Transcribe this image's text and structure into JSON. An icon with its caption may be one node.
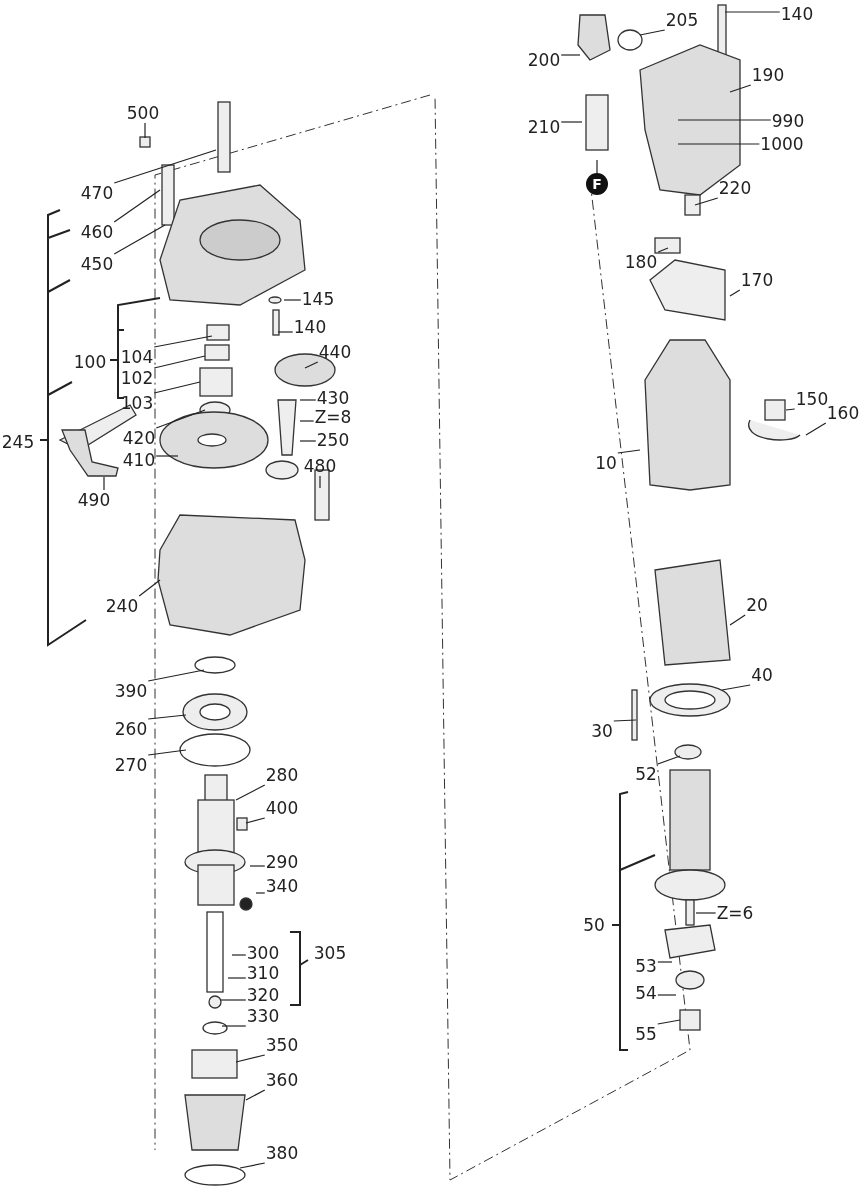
{
  "diagram": {
    "nodes": [
      {
        "text": [
          "500"
        ]
      },
      {
        "text": [
          "470"
        ]
      },
      {
        "text": [
          "460"
        ]
      },
      {
        "text": [
          "450"
        ]
      },
      {
        "text": [
          "145"
        ]
      },
      {
        "text": [
          "140"
        ]
      },
      {
        "text": [
          "440"
        ]
      },
      {
        "text": [
          "104"
        ]
      },
      {
        "text": [
          "102"
        ]
      },
      {
        "text": [
          "103"
        ]
      },
      {
        "text": [
          "430"
        ]
      },
      {
        "text": [
          "Z=8"
        ]
      },
      {
        "text": [
          "420"
        ]
      },
      {
        "text": [
          "250"
        ]
      },
      {
        "text": [
          "410"
        ]
      },
      {
        "text": [
          "480"
        ]
      },
      {
        "text": [
          "490"
        ]
      },
      {
        "text": [
          "240"
        ]
      },
      {
        "text": [
          "390"
        ]
      },
      {
        "text": [
          "260"
        ]
      },
      {
        "text": [
          "270"
        ]
      },
      {
        "text": [
          "280"
        ]
      },
      {
        "text": [
          "400"
        ]
      },
      {
        "text": [
          "290"
        ]
      },
      {
        "text": [
          "340"
        ]
      },
      {
        "text": [
          "300"
        ]
      },
      {
        "text": [
          "310"
        ]
      },
      {
        "text": [
          "320"
        ]
      },
      {
        "text": [
          "330"
        ]
      },
      {
        "text": [
          "350"
        ]
      },
      {
        "text": [
          "360"
        ]
      },
      {
        "text": [
          "380"
        ]
      },
      {
        "text": [
          "200"
        ]
      },
      {
        "text": [
          "205"
        ]
      },
      {
        "text": [
          "140"
        ]
      },
      {
        "text": [
          "190"
        ]
      },
      {
        "text": [
          "210"
        ]
      },
      {
        "text": [
          "990"
        ]
      },
      {
        "text": [
          "1000"
        ]
      },
      {
        "text": [
          "F"
        ]
      },
      {
        "text": [
          "220"
        ]
      },
      {
        "text": [
          "180"
        ]
      },
      {
        "text": [
          "170"
        ]
      },
      {
        "text": [
          "150"
        ]
      },
      {
        "text": [
          "160"
        ]
      },
      {
        "text": [
          "10"
        ]
      },
      {
        "text": [
          "20"
        ]
      },
      {
        "text": [
          "40"
        ]
      },
      {
        "text": [
          "30"
        ]
      },
      {
        "text": [
          "52"
        ]
      },
      {
        "text": [
          "Z=6"
        ]
      },
      {
        "text": [
          "53"
        ]
      },
      {
        "text": [
          "54"
        ]
      },
      {
        "text": [
          "55"
        ]
      }
    ],
    "edges": [
      {
        "from": 0,
        "to": null,
        "arrow": "none"
      },
      {
        "from": 1,
        "to": null,
        "arrow": "none"
      },
      {
        "from": 2,
        "to": null,
        "arrow": "none"
      },
      {
        "from": 3,
        "to": null,
        "arrow": "none"
      },
      {
        "from": 4,
        "to": null,
        "arrow": "none"
      },
      {
        "from": 5,
        "to": null,
        "arrow": "none"
      },
      {
        "from": 6,
        "to": null,
        "arrow": "none"
      },
      {
        "from": 7,
        "to": null,
        "arrow": "none"
      },
      {
        "from": 8,
        "to": null,
        "arrow": "none"
      },
      {
        "from": 9,
        "to": null,
        "arrow": "none"
      },
      {
        "from": 10,
        "to": null,
        "arrow": "none"
      },
      {
        "from": 11,
        "to": null,
        "arrow": "none"
      },
      {
        "from": 12,
        "to": null,
        "arrow": "none"
      },
      {
        "from": 13,
        "to": null,
        "arrow": "none"
      },
      {
        "from": 14,
        "to": null,
        "arrow": "none"
      },
      {
        "from": 15,
        "to": null,
        "arrow": "none"
      },
      {
        "from": 16,
        "to": null,
        "arrow": "none"
      },
      {
        "from": 17,
        "to": null,
        "arrow": "none"
      },
      {
        "from": 18,
        "to": null,
        "arrow": "none"
      },
      {
        "from": 19,
        "to": null,
        "arrow": "none"
      },
      {
        "from": 20,
        "to": null,
        "arrow": "none"
      },
      {
        "from": 21,
        "to": null,
        "arrow": "none"
      },
      {
        "from": 22,
        "to": null,
        "arrow": "none"
      },
      {
        "from": 23,
        "to": null,
        "arrow": "none"
      },
      {
        "from": 24,
        "to": null,
        "arrow": "none"
      },
      {
        "from": 25,
        "to": null,
        "arrow": "none"
      },
      {
        "from": 26,
        "to": null,
        "arrow": "none"
      },
      {
        "from": 27,
        "to": null,
        "arrow": "none"
      },
      {
        "from": 28,
        "to": null,
        "arrow": "none"
      },
      {
        "from": 29,
        "to": null,
        "arrow": "none"
      },
      {
        "from": 30,
        "to": null,
        "arrow": "none"
      },
      {
        "from": 31,
        "to": null,
        "arrow": "none"
      },
      {
        "from": 32,
        "to": null,
        "arrow": "none"
      },
      {
        "from": 33,
        "to": null,
        "arrow": "none"
      },
      {
        "from": 34,
        "to": null,
        "arrow": "none"
      },
      {
        "from": 35,
        "to": null,
        "arrow": "none"
      },
      {
        "from": 36,
        "to": null,
        "arrow": "none"
      },
      {
        "from": 37,
        "to": null,
        "arrow": "none"
      },
      {
        "from": 38,
        "to": null,
        "arrow": "none"
      },
      {
        "from": 39,
        "to": null,
        "arrow": "none"
      },
      {
        "from": 40,
        "to": null,
        "arrow": "none"
      },
      {
        "from": 41,
        "to": null,
        "arrow": "none"
      },
      {
        "from": 42,
        "to": null,
        "arrow": "none"
      },
      {
        "from": 43,
        "to": null,
        "arrow": "none"
      },
      {
        "from": 44,
        "to": null,
        "arrow": "none"
      },
      {
        "from": 45,
        "to": null,
        "arrow": "none"
      },
      {
        "from": 46,
        "to": null,
        "arrow": "none"
      },
      {
        "from": 47,
        "to": null,
        "arrow": "none"
      },
      {
        "from": 48,
        "to": null,
        "arrow": "none"
      },
      {
        "from": 49,
        "to": null,
        "arrow": "none"
      },
      {
        "from": 50,
        "to": null,
        "arrow": "none"
      },
      {
        "from": 51,
        "to": null,
        "arrow": "none"
      },
      {
        "from": 52,
        "to": null,
        "arrow": "none"
      },
      {
        "from": 53,
        "to": null,
        "arrow": "none"
      }
    ],
    "labels": [
      "245",
      "100",
      "305",
      "50"
    ]
  }
}
